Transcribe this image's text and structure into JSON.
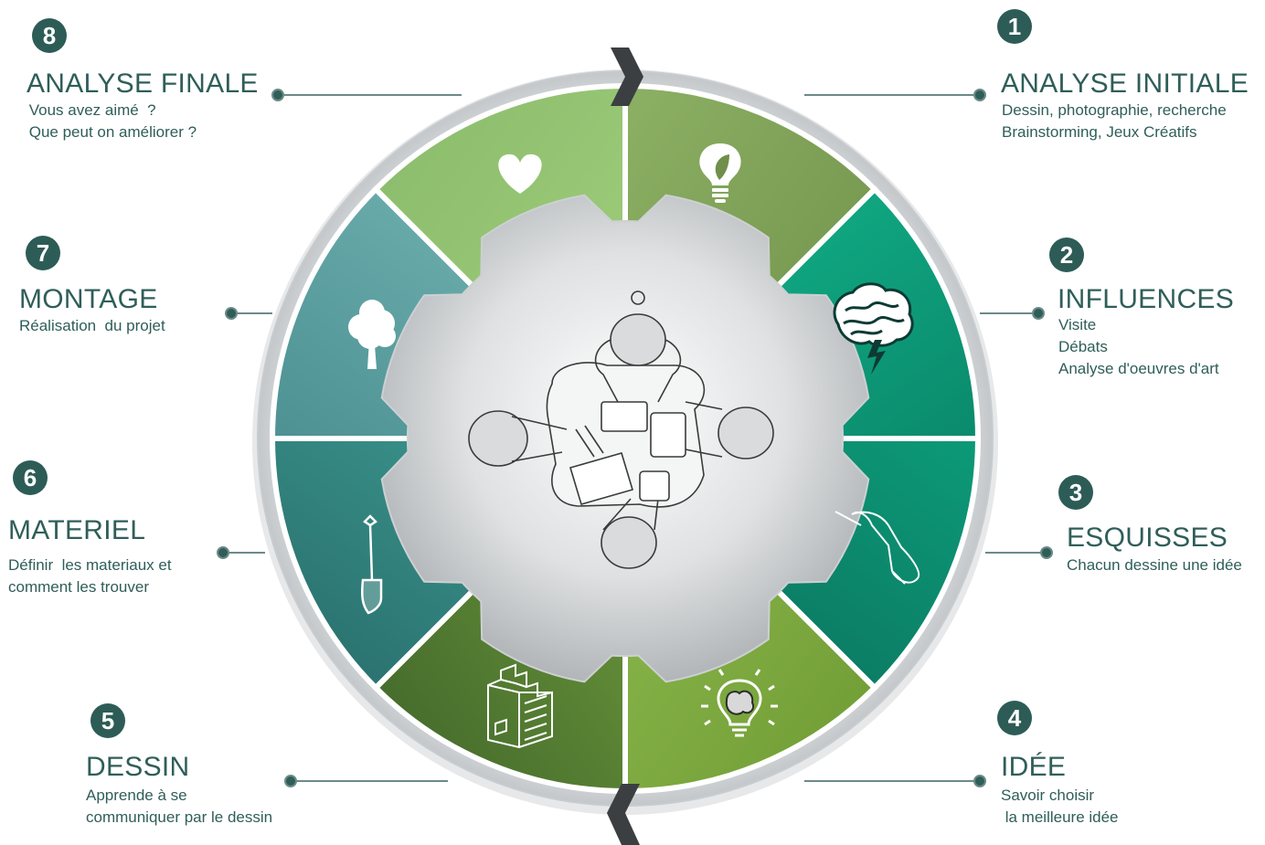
{
  "steps": [
    {
      "number": "1",
      "title": "ANALYSE INITIALE",
      "lines": [
        "Dessin, photographie, recherche",
        "Brainstorming, Jeux Créatifs"
      ],
      "icon": "lightbulb-leaf-icon"
    },
    {
      "number": "2",
      "title": "INFLUENCES",
      "lines": [
        "Visite",
        "Débats",
        "Analyse d'oeuvres d'art"
      ],
      "icon": "brain-lightning-icon"
    },
    {
      "number": "3",
      "title": "ESQUISSES",
      "lines": [
        "Chacun dessine une idée"
      ],
      "icon": "hand-drawing-icon"
    },
    {
      "number": "4",
      "title": "IDÉE",
      "lines": [
        "Savoir choisir",
        " la meilleure idée"
      ],
      "icon": "bulb-brain-icon"
    },
    {
      "number": "5",
      "title": "DESSIN",
      "lines": [
        "Apprende à se",
        "communiquer par le dessin"
      ],
      "icon": "building-sketch-icon"
    },
    {
      "number": "6",
      "title": "MATERIEL",
      "lines": [
        "Définir  les materiaux et",
        "comment les trouver"
      ],
      "icon": "shovel-icon"
    },
    {
      "number": "7",
      "title": "MONTAGE",
      "lines": [
        "Réalisation  du projet"
      ],
      "icon": "tree-icon"
    },
    {
      "number": "8",
      "title": "ANALYSE FINALE",
      "lines": [
        " Vous avez aimé  ?",
        " Que peut on améliorer ?"
      ],
      "icon": "heart-icon"
    }
  ],
  "colors": {
    "badge": "#2d5c57",
    "text": "#2f5e59",
    "ring": "#d7dadc",
    "segment_1": "#7a9a4f",
    "segment_2": "#07a07e",
    "segment_3": "#0a8b6d",
    "segment_4": "#7aa43d",
    "segment_5": "#5e8a34",
    "segment_6": "#2f8e86",
    "segment_7": "#5aa3a4",
    "segment_8": "#8fc16e"
  }
}
